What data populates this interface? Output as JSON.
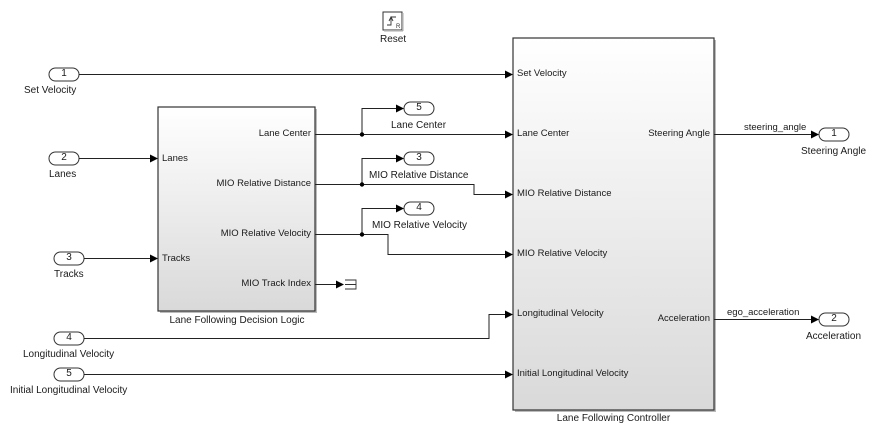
{
  "reset_block": {
    "label": "Reset",
    "icon": "trigger-step-icon"
  },
  "inports": [
    {
      "num": "1",
      "label": "Set Velocity"
    },
    {
      "num": "2",
      "label": "Lanes"
    },
    {
      "num": "3",
      "label": "Tracks"
    },
    {
      "num": "4",
      "label": "Longitudinal Velocity"
    },
    {
      "num": "5",
      "label": "Initial Longitudinal Velocity"
    }
  ],
  "decision_logic": {
    "title": "Lane Following Decision Logic",
    "inputs": [
      "Lanes",
      "Tracks"
    ],
    "outputs": [
      "Lane Center",
      "MIO Relative Distance",
      "MIO Relative Velocity",
      "MIO Track Index"
    ]
  },
  "controller": {
    "title": "Lane Following Controller",
    "inputs": [
      "Set Velocity",
      "Lane Center",
      "MIO Relative Distance",
      "MIO Relative Velocity",
      "Longitudinal Velocity",
      "Initial Longitudinal Velocity"
    ],
    "outputs": [
      "Steering Angle",
      "Acceleration"
    ]
  },
  "mid_outports": [
    {
      "num": "5",
      "label": "Lane Center"
    },
    {
      "num": "3",
      "label": "MIO Relative Distance"
    },
    {
      "num": "4",
      "label": "MIO Relative Velocity"
    }
  ],
  "outports": [
    {
      "num": "1",
      "label": "Steering Angle",
      "signal": "steering_angle"
    },
    {
      "num": "2",
      "label": "Acceleration",
      "signal": "ego_acceleration"
    }
  ],
  "terminator": {
    "icon": "terminator-icon"
  }
}
